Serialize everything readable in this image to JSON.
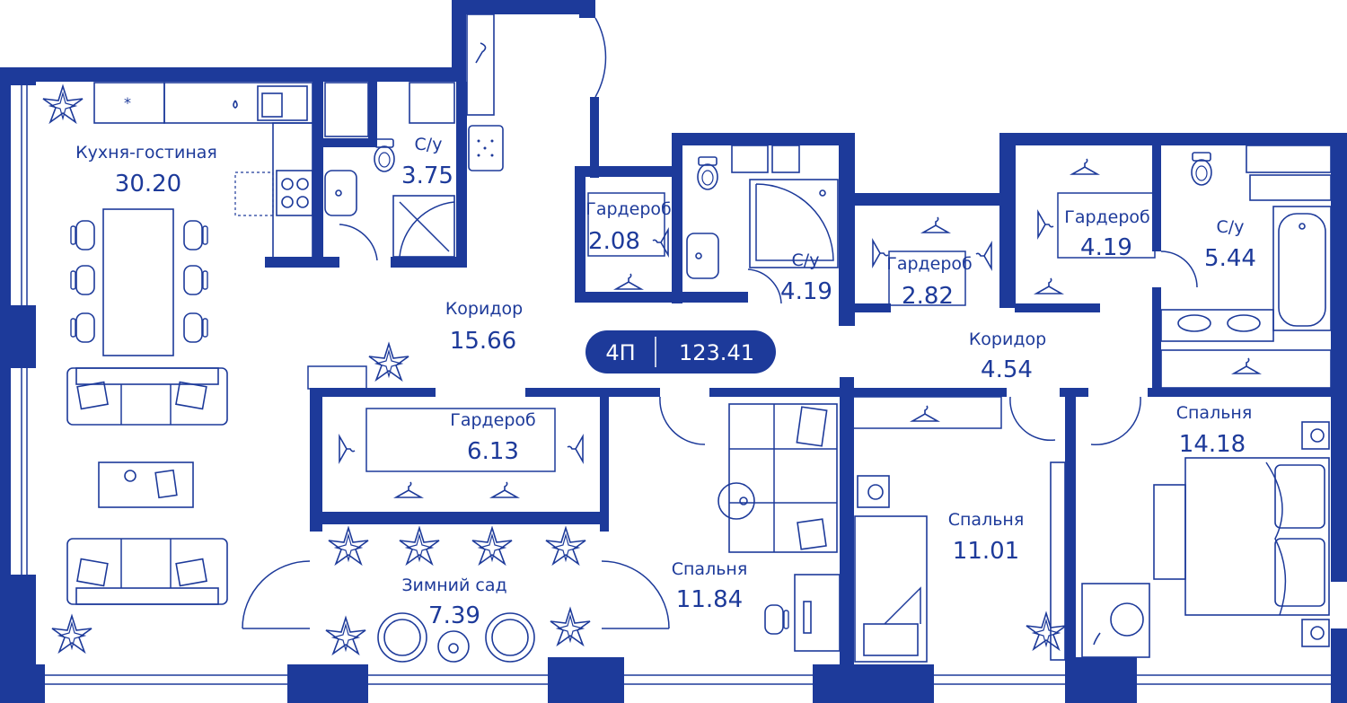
{
  "plan": {
    "colors": {
      "wall": "#1d3a9a",
      "background": "#ffffff",
      "badge": "#1d3a9a",
      "badge_text": "#ffffff"
    },
    "badge": {
      "type": "4П",
      "total_area": "123.41"
    },
    "rooms": [
      {
        "id": "kitchen",
        "label": "Кухня-гостиная",
        "area": "30.20"
      },
      {
        "id": "bath1",
        "label": "С/у",
        "area": "3.75"
      },
      {
        "id": "wardrobe1",
        "label": "Гардероб",
        "area": "2.08"
      },
      {
        "id": "bath2",
        "label": "С/у",
        "area": "4.19"
      },
      {
        "id": "wardrobe2",
        "label": "Гардероб",
        "area": "2.82"
      },
      {
        "id": "wardrobe3",
        "label": "Гардероб",
        "area": "4.19"
      },
      {
        "id": "bath3",
        "label": "С/у",
        "area": "5.44"
      },
      {
        "id": "corridor1",
        "label": "Коридор",
        "area": "15.66"
      },
      {
        "id": "corridor2",
        "label": "Коридор",
        "area": "4.54"
      },
      {
        "id": "wardrobe4",
        "label": "Гардероб",
        "area": "6.13"
      },
      {
        "id": "garden",
        "label": "Зимний сад",
        "area": "7.39"
      },
      {
        "id": "bedroom1",
        "label": "Спальня",
        "area": "11.84"
      },
      {
        "id": "bedroom2",
        "label": "Спальня",
        "area": "11.01"
      },
      {
        "id": "bedroom3",
        "label": "Спальня",
        "area": "14.18"
      }
    ],
    "icons": [
      "plant-icon",
      "hanger-icon",
      "toilet-icon",
      "sink-icon",
      "shower-icon",
      "bathtub-icon",
      "bed-icon",
      "sofa-icon",
      "table-icon",
      "chair-icon"
    ]
  }
}
